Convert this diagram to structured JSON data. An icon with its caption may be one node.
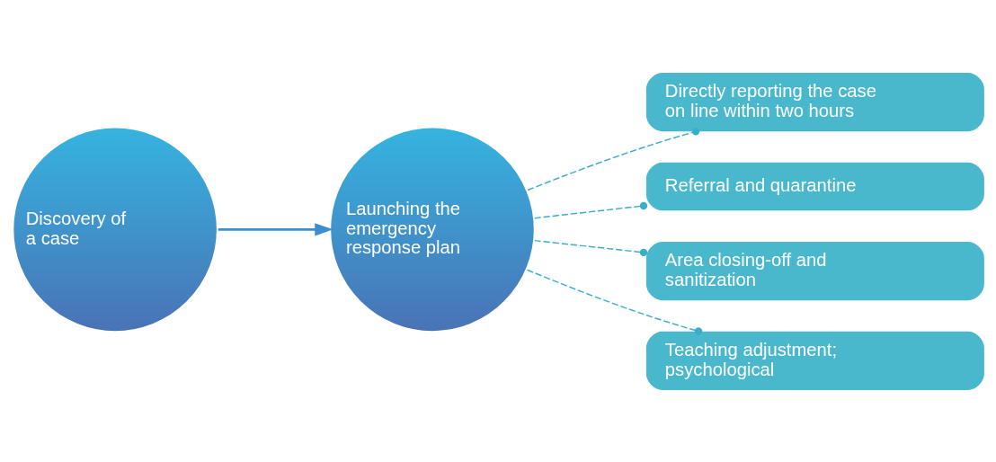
{
  "diagram": {
    "nodes": [
      {
        "text": [
          "Discovery of a case"
        ]
      },
      {
        "text": [
          "Launching the emergency response plan"
        ]
      },
      {
        "text": [
          "Directly reporting the case on line within two hours"
        ]
      },
      {
        "text": [
          "Referral and quarantine"
        ]
      },
      {
        "text": [
          "Area closing-off and sanitization"
        ]
      },
      {
        "text": [
          "Teaching adjustment; psychological"
        ]
      }
    ],
    "edges": [
      {
        "from": 0,
        "to": 1,
        "arrow": "to"
      },
      {
        "from": 1,
        "to": 2,
        "arrow": "other",
        "style": "dashed"
      },
      {
        "from": 1,
        "to": 3,
        "arrow": "other",
        "style": "dashed"
      },
      {
        "from": 1,
        "to": 4,
        "arrow": "other",
        "style": "dashed"
      },
      {
        "from": 1,
        "to": 5,
        "arrow": "other",
        "style": "dashed"
      }
    ]
  }
}
